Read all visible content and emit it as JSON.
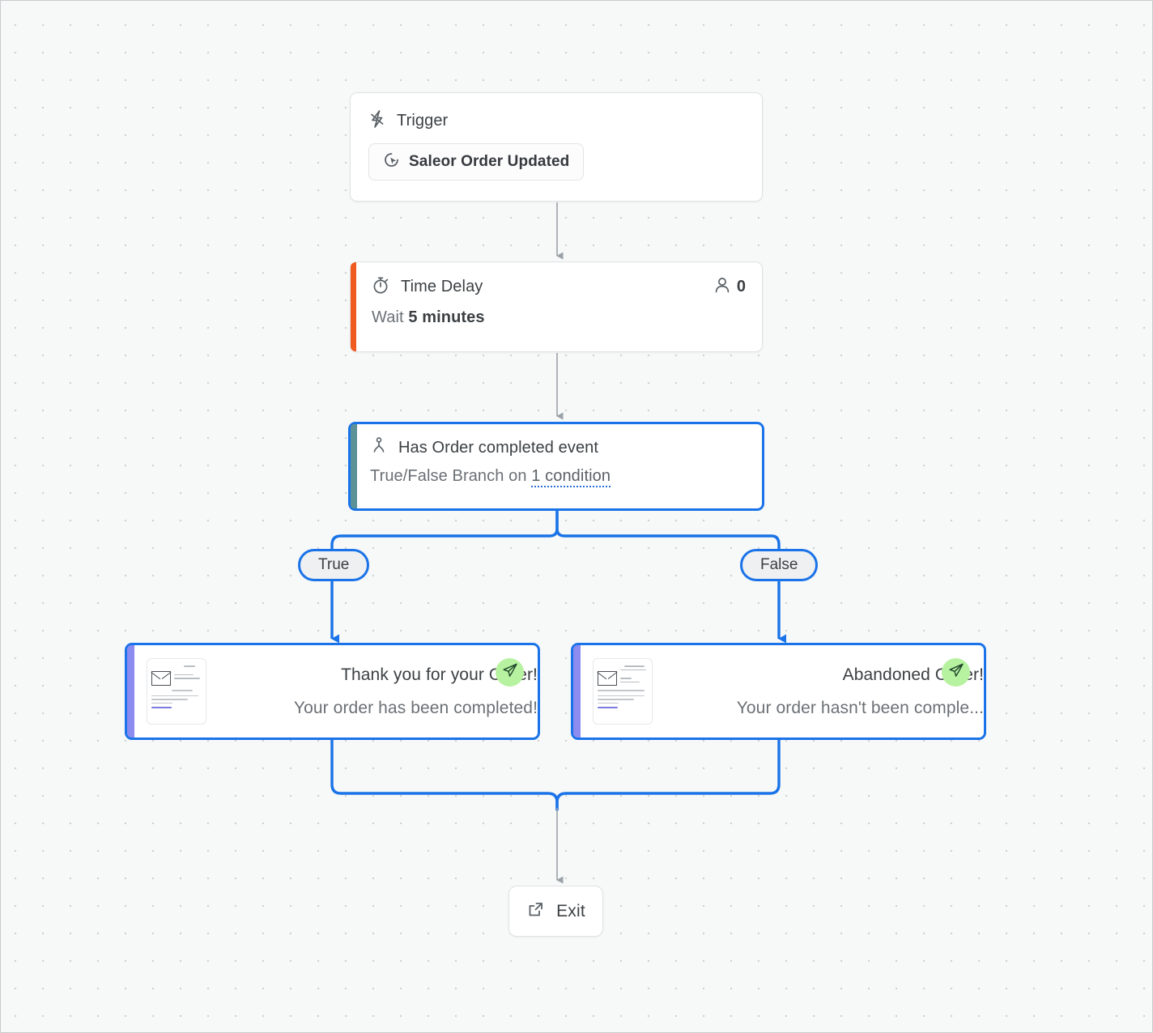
{
  "canvas": {
    "background_color": "#f7f8f8",
    "dot_color": "#cfd2d4"
  },
  "colors": {
    "selected_border": "#1a73e8",
    "edge_gray": "#9aa2a8",
    "edge_blue": "#1a73e8",
    "delay_accent": "#f05a1e",
    "condition_accent": "#5b9298",
    "email_accent": "#8b8bf0",
    "send_badge": "#b6f2a0"
  },
  "nodes": {
    "trigger": {
      "title": "Trigger",
      "icon": "lightning-bolt-icon",
      "chip_label": "Saleor Order Updated",
      "chip_icon": "cursor-target-icon"
    },
    "time_delay": {
      "title": "Time Delay",
      "icon": "stopwatch-icon",
      "wait_prefix": "Wait",
      "wait_value": "5 minutes",
      "count_icon": "person-icon",
      "count": "0"
    },
    "condition": {
      "title": "Has Order completed event",
      "icon": "branch-icon",
      "description_prefix": "True/False Branch on",
      "condition_link": "1 condition",
      "selected": true
    },
    "email_true": {
      "subject": "Thank you for your Order!",
      "preview": "Your order has been completed!",
      "thumbnail_icon": "email-envelope-icon",
      "badge_icon": "paper-plane-icon",
      "selected": true
    },
    "email_false": {
      "subject": "Abandoned Order!",
      "preview": "Your order hasn't been comple...",
      "thumbnail_icon": "email-envelope-icon",
      "badge_icon": "paper-plane-icon",
      "selected": true
    },
    "exit": {
      "label": "Exit",
      "icon": "external-link-icon"
    }
  },
  "branches": {
    "true_label": "True",
    "false_label": "False"
  }
}
